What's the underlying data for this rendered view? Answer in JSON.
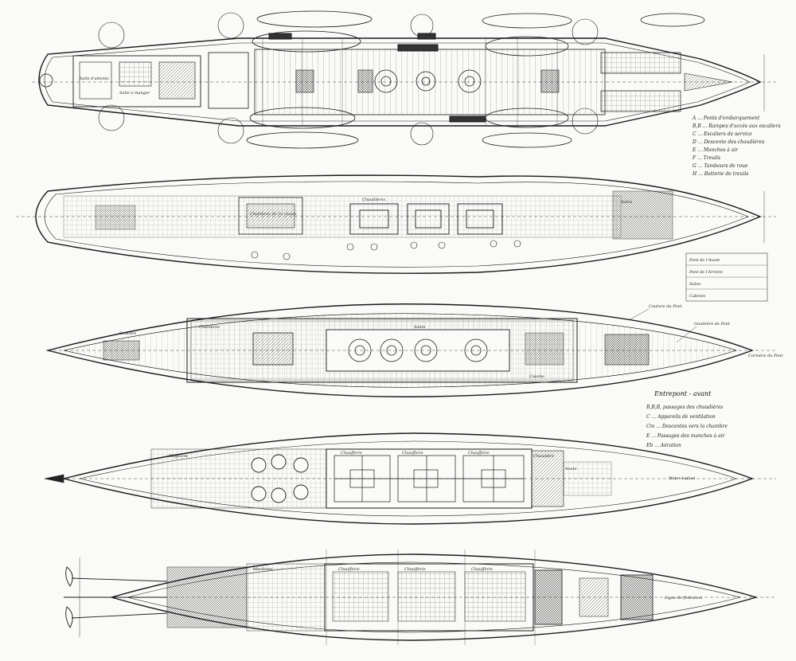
{
  "colors": {
    "ink": "#1a1a1a",
    "paper": "#fafaf8"
  },
  "title_block": {
    "heading": "Entrepont - avant"
  },
  "decks": [
    {
      "id": "promenade",
      "rooms": [
        "Salle à manger",
        "Salle d'attente"
      ]
    },
    {
      "id": "upper",
      "rooms": [
        "Chambres de 1e classe",
        "Chaudières",
        "Salon"
      ]
    },
    {
      "id": "main",
      "rooms": [
        "Chambres",
        "Salon",
        "Couloirs",
        "Cuisine"
      ]
    },
    {
      "id": "lower",
      "rooms": [
        "Chaufferie",
        "Chaufferie",
        "Chaufferie",
        "Chaudière",
        "Soute",
        "Magasins"
      ]
    },
    {
      "id": "hold",
      "rooms": [
        "Chaufferie",
        "Chaufferie",
        "Chaufferie",
        "Machines"
      ]
    }
  ],
  "side_notes": [
    "Couture du Pont",
    "Gouttière de Pont",
    "Ligne de flottaison",
    "Cornière du Pont",
    "Water ballast"
  ],
  "legend_lines": [
    "A ... Ponts d'embarquement",
    "B,B ... Rampes d'accès aux escaliers",
    "C ... Escaliers de service",
    "D ... Descente des chaudières",
    "E ... Manches à air",
    "F ... Treuils",
    "G ... Tambours de roue",
    "H ... Batterie de treuils"
  ],
  "legend2_lines": [
    "B,B,B, passages des chaudières",
    "C ... Appareils de ventilation",
    "Cm ... Descentes vers la chambre",
    "E ... Passages des manches à air",
    "Eb ... Aération"
  ],
  "scale_table_lines": [
    "Pont de l'Avant",
    "Pont de l'Arrière",
    "Salon",
    "Cabines"
  ]
}
